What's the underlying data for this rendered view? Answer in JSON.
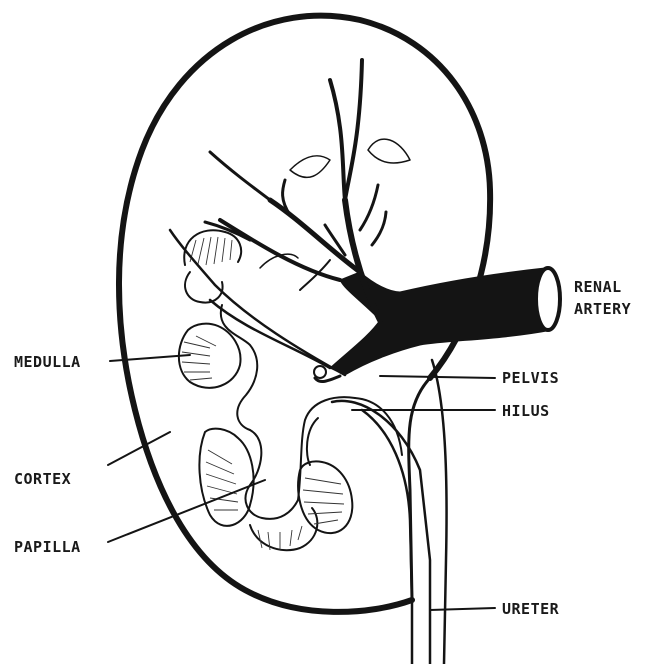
{
  "labels": {
    "renal_artery_line1": "RENAL",
    "renal_artery_line2": "ARTERY",
    "medulla": "MEDULLA",
    "pelvis": "PELVIS",
    "hilus": "HILUS",
    "cortex": "CORTEX",
    "papilla": "PAPILLA",
    "ureter": "URETER"
  },
  "colors": {
    "ink": "#141414",
    "background": "#ffffff"
  }
}
